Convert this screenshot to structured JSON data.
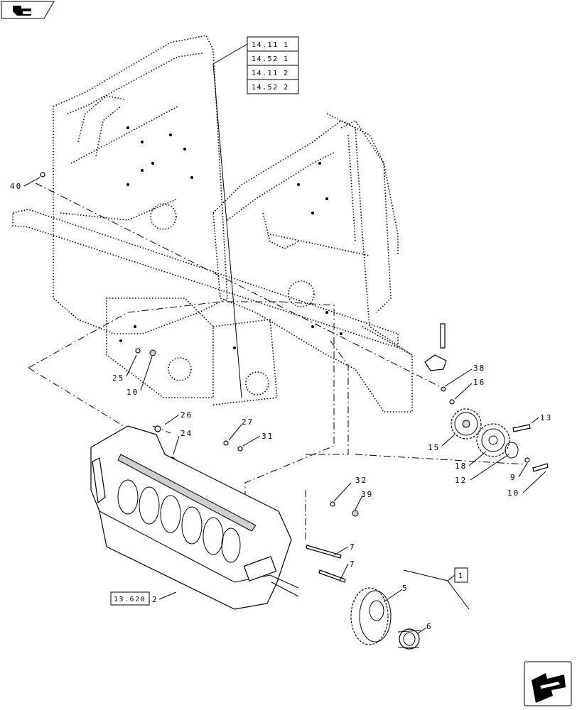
{
  "nav": {
    "prev_icon": "previous-page-arrow-icon",
    "next_icon": "next-section-arrow-icon"
  },
  "reference_boxes": [
    "14.11 1",
    "14.52 1",
    "14.11 2",
    "14.52 2"
  ],
  "rotor_reference": "13.620",
  "rotor_reference_item": "2",
  "assembly_box_label": "1",
  "callouts": {
    "c40": "40",
    "c25": "25",
    "c10a": "10",
    "c26": "26",
    "c24": "24",
    "c27": "27",
    "c31": "31",
    "c38": "38",
    "c16": "16",
    "c13": "13",
    "c15": "15",
    "c18": "18",
    "c12": "12",
    "c9": "9",
    "c10b": "10",
    "c32": "32",
    "c39": "39",
    "c7a": "7",
    "c7b": "7",
    "c5": "5",
    "c6": "6"
  }
}
